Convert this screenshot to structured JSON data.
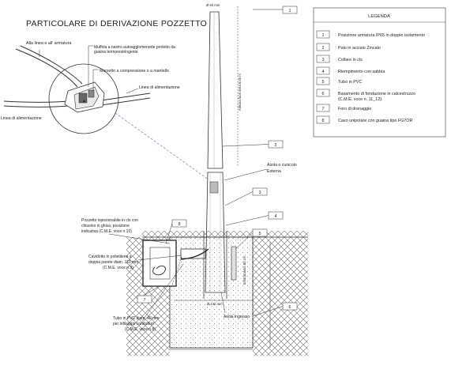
{
  "title": "PARTICOLARE DI DERIVAZIONE POZZETTO",
  "legend": {
    "title": "LEGENDA",
    "items": [
      {
        "num": "1",
        "text": "Posizione armatura IP65 in doppio isolamento"
      },
      {
        "num": "2",
        "text": "Palo in acciaio Zincato"
      },
      {
        "num": "3",
        "text": "Collare in cls"
      },
      {
        "num": "4",
        "text": "Riempimento con sabbia"
      },
      {
        "num": "5",
        "text": "Tubo in PVC"
      },
      {
        "num": "6",
        "text": "Basamento di fondazione in calcestruzzo",
        "text2": "(C.M.E. voce n. 11_12)"
      },
      {
        "num": "7",
        "text": "Foro di drenaggio"
      },
      {
        "num": "8",
        "text": "Cavo unipolare con guaina tipo FG7OR"
      }
    ]
  },
  "detail_labels": {
    "to_fixture": "Alla linea e all' armatura",
    "muffola1": "Muffola a nastro autoagglomerante protetto da",
    "muffola2": "guaina termorestringente",
    "clamp": "Morsetto a compressione o a mantello",
    "feed_line_right": "Linea di alimentazione",
    "feed_line_left": "Linea di alimentazione"
  },
  "drawing_labels": {
    "pole_diameter": "Ø 60 mm",
    "pole_height": "Altezza fuori terra 8,00 m",
    "axis1": "Asola o cunicolo",
    "axis2": "Esterna",
    "pozzetto1": "Pozzetto ispezionabile in cls con",
    "pozzetto2": "chiusino in ghisa, posizione",
    "pozzetto3": "indicativa (C.M.E. voce n.10)",
    "cavidotto1": "Cavidotto in polietilene a",
    "cavidotto2": "doppia parete diam. 110 mm",
    "cavidotto3": "(C.M.E. voce n.9)",
    "tubo1": "Tubo in PVC diam. 40 mm",
    "tubo2": "per infilaggio conduttori",
    "tubo3": "(C.M.E. voce n.8)",
    "asola": "Asola Ingresso",
    "base_diameter": "Ø 140 mm",
    "depth_label": "Interramento 80 cm",
    "callouts": [
      "1",
      "2",
      "3",
      "4",
      "5",
      "6",
      "7",
      "8"
    ]
  }
}
